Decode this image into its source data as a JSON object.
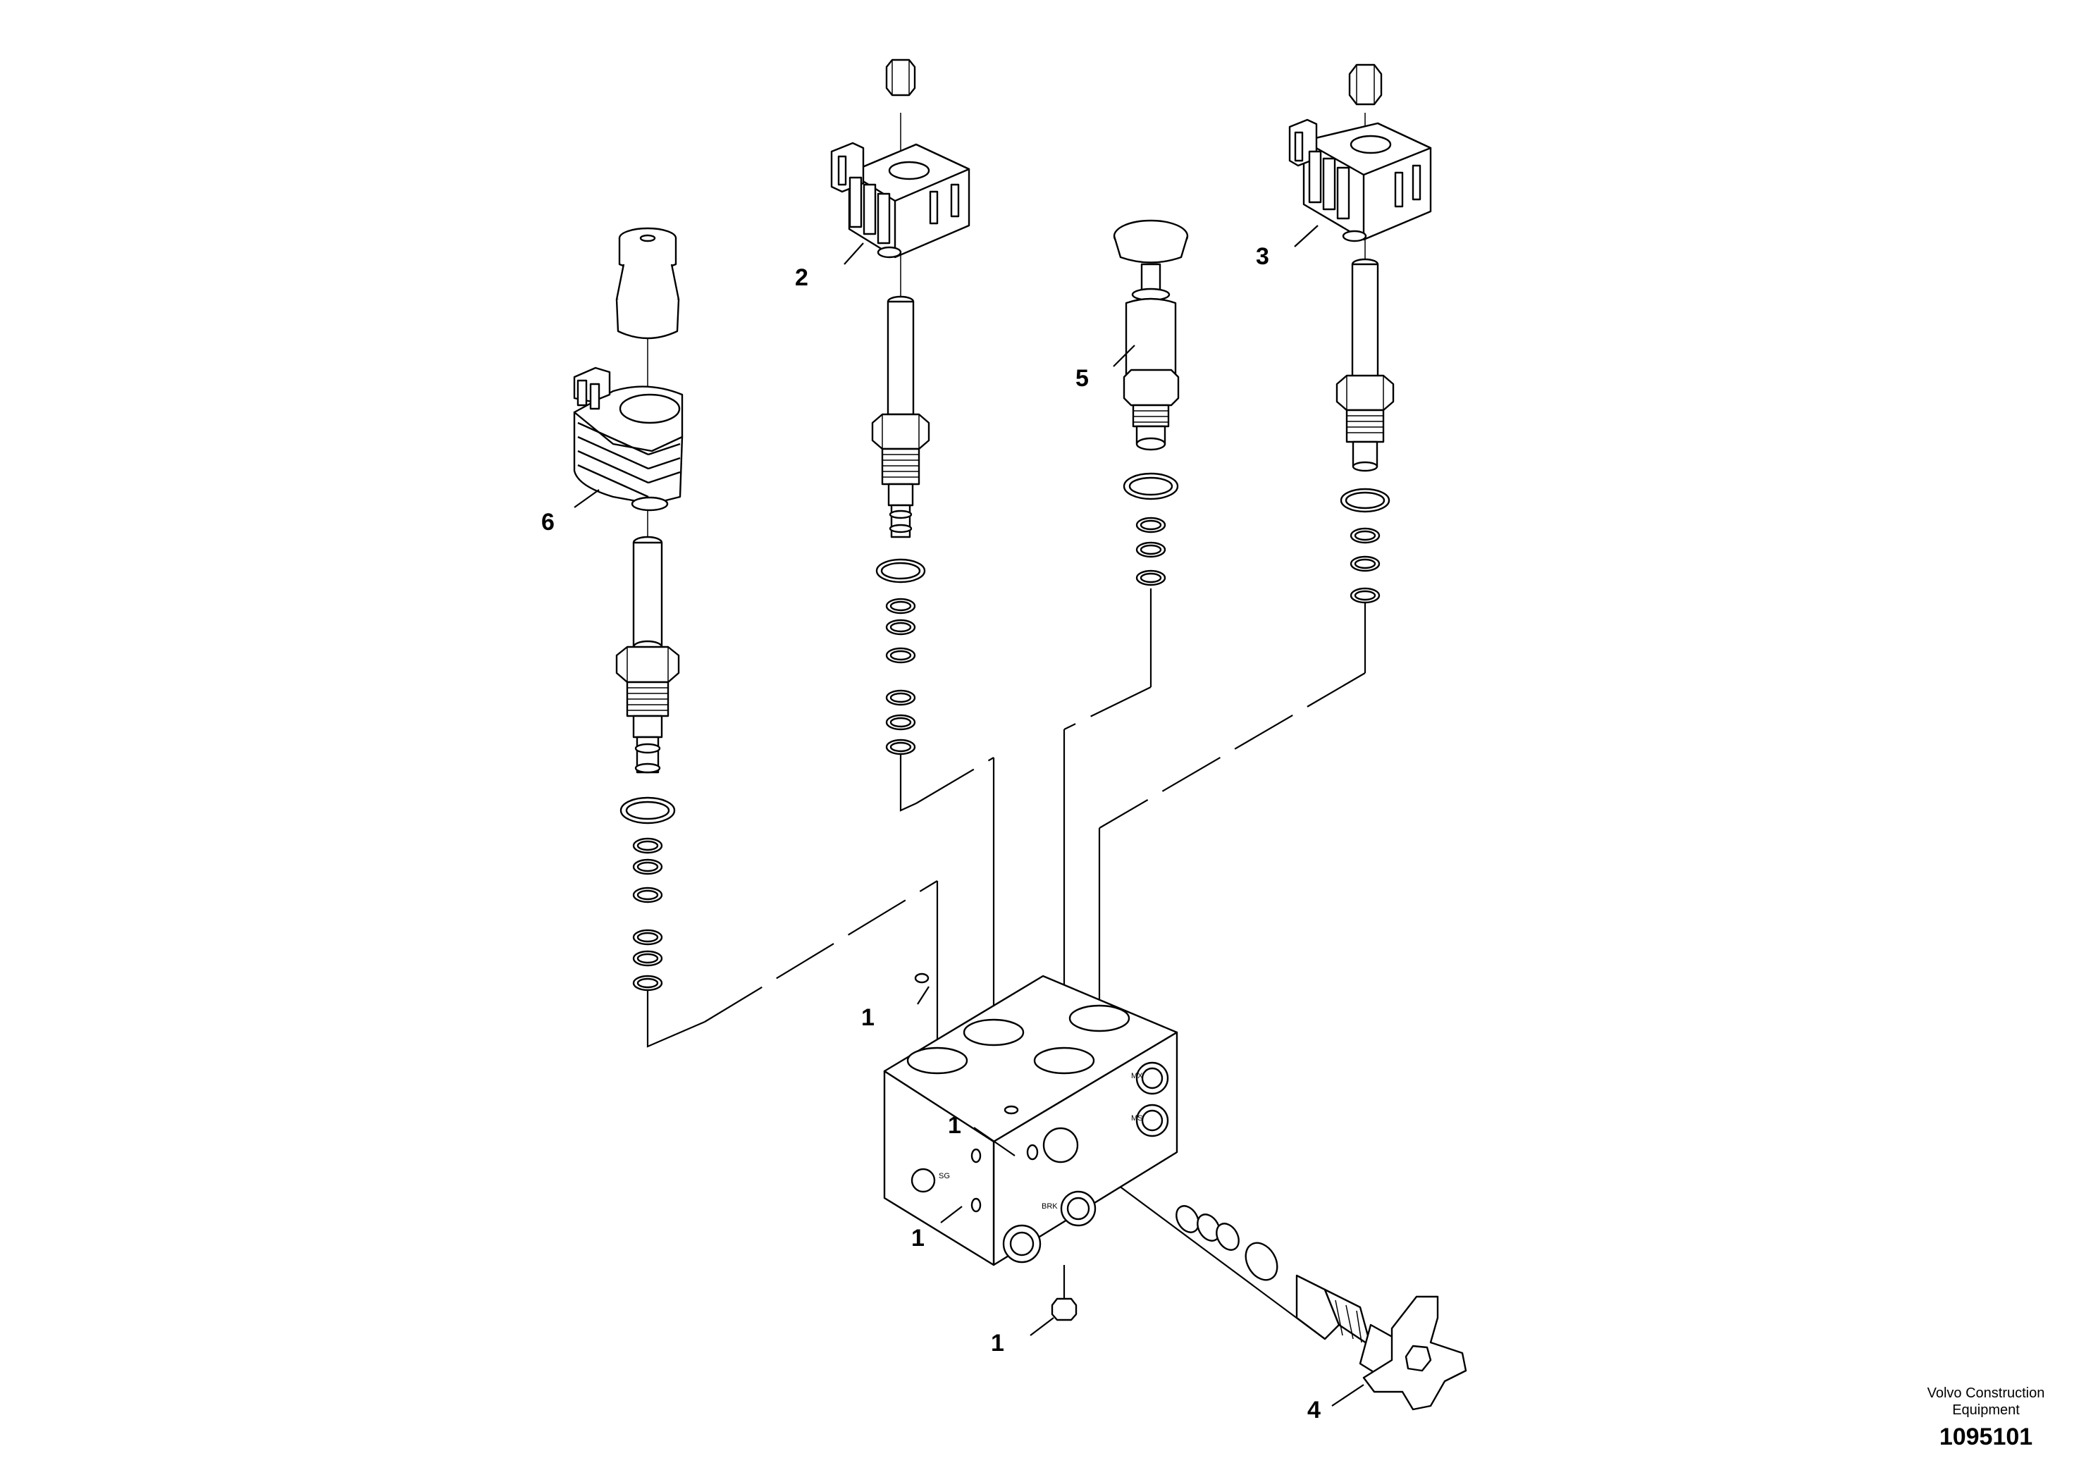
{
  "callouts": {
    "c1a": "1",
    "c1b": "1",
    "c1c": "1",
    "c1d": "1",
    "c2": "2",
    "c3": "3",
    "c4": "4",
    "c5": "5",
    "c6": "6"
  },
  "ports": {
    "mx": "MX",
    "ms": "MS",
    "sg": "SG",
    "brk": "BRK"
  },
  "brand": {
    "line1": "Volvo Construction",
    "line2": "Equipment"
  },
  "part_number": "1095101"
}
